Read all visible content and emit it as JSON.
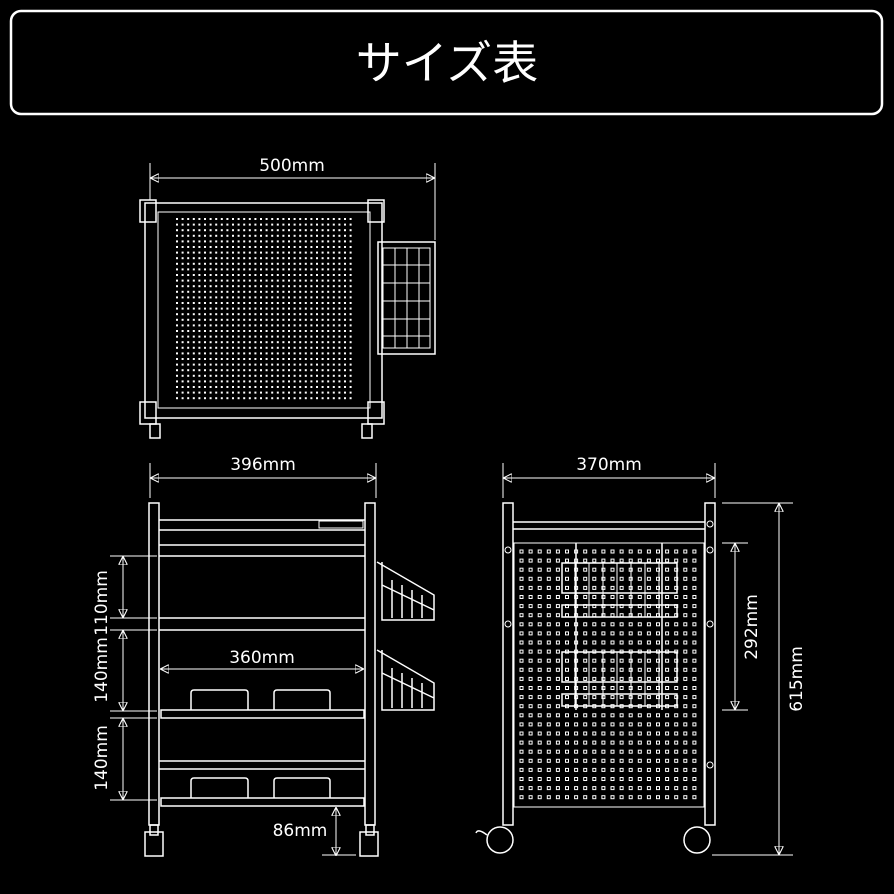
{
  "title": "サイズ表",
  "colors": {
    "background": "#000000",
    "lines": "#ffffff"
  },
  "top_view": {
    "width_label": "500mm"
  },
  "front_view": {
    "width_label": "396mm",
    "inner_width_label": "360mm",
    "shelf_gap_1_label": "110mm",
    "shelf_gap_2_label": "140mm",
    "shelf_gap_3_label": "140mm",
    "bottom_clearance_label": "86mm",
    "brand_logo": "logo plate"
  },
  "side_view": {
    "width_label": "370mm",
    "basket_span_label": "292mm",
    "height_label": "615mm"
  }
}
